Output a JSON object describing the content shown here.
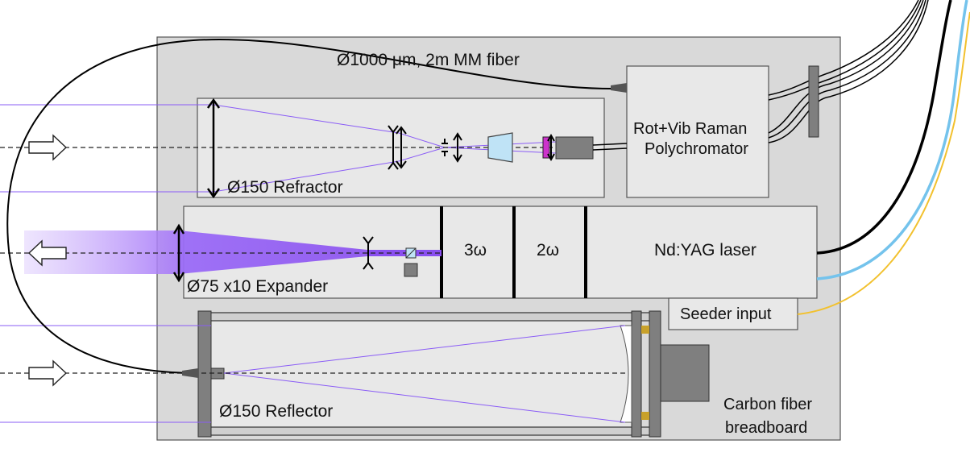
{
  "labels": {
    "fiber": "Ø1000 μm, 2m MM fiber",
    "refractor": "Ø150 Refractor",
    "expander": "Ø75 x10 Expander",
    "reflector": "Ø150 Reflector",
    "polychromator_line1": "Rot+Vib Raman",
    "polychromator_line2": "Polychromator",
    "third_harmonic": "3ω",
    "second_harmonic": "2ω",
    "laser": "Nd:YAG laser",
    "seeder": "Seeder input",
    "breadboard_line1": "Carbon fiber",
    "breadboard_line2": "breadboard"
  },
  "colors": {
    "breadboard": "#d9d9d9",
    "module": "#e7e7e7",
    "beam": "#8a5cf6",
    "beam_fill": "#b08af7",
    "fiber_black": "#000000",
    "fiber_blue": "#74c3ec",
    "fiber_yellow": "#f2c12e",
    "filter_magenta": "#cc33cc",
    "cuvette": "#bfe3f6",
    "gold": "#c8a12a"
  }
}
